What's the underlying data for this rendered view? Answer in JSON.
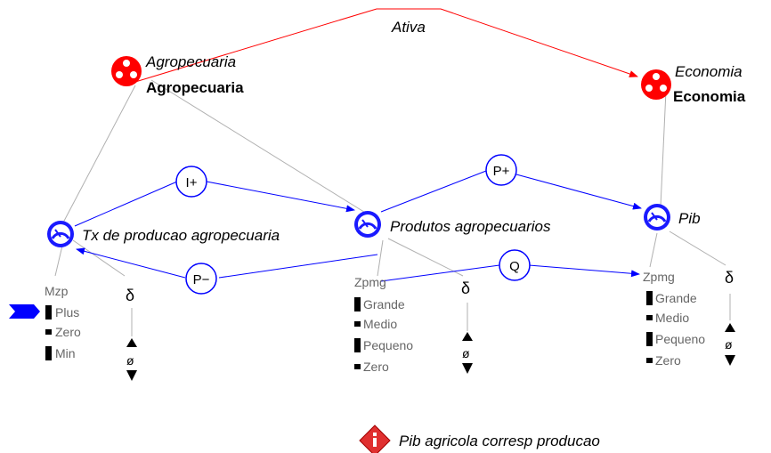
{
  "relations": {
    "ativa": "Ativa"
  },
  "entities": [
    {
      "name": "Agropecuaria",
      "label": "Agropecuaria",
      "color": "#ff0000"
    },
    {
      "name": "Economia",
      "label": "Economia",
      "color": "#ff0000"
    }
  ],
  "quantities": [
    {
      "name": "Tx de producao agropecuaria",
      "space": "Mzp",
      "values": [
        "Plus",
        "Zero",
        "Min"
      ],
      "current": "Plus"
    },
    {
      "name": "Produtos agropecuarios",
      "space": "Zpmg",
      "values": [
        "Grande",
        "Medio",
        "Pequeno",
        "Zero"
      ]
    },
    {
      "name": "Pib",
      "space": "Zpmg",
      "values": [
        "Grande",
        "Medio",
        "Pequeno",
        "Zero"
      ]
    }
  ],
  "dependencies": {
    "i_plus": "I+",
    "p_plus": "P+",
    "p_minus": "P−",
    "q": "Q"
  },
  "derivative": {
    "delta": "δ",
    "zero": "ø"
  },
  "assumption": {
    "label": "Pib agricola corresp producao"
  },
  "colors": {
    "entity": "#ff0000",
    "dependency": "#0000ff",
    "structure": "#b0b0b0",
    "value_marker": "#000000"
  }
}
